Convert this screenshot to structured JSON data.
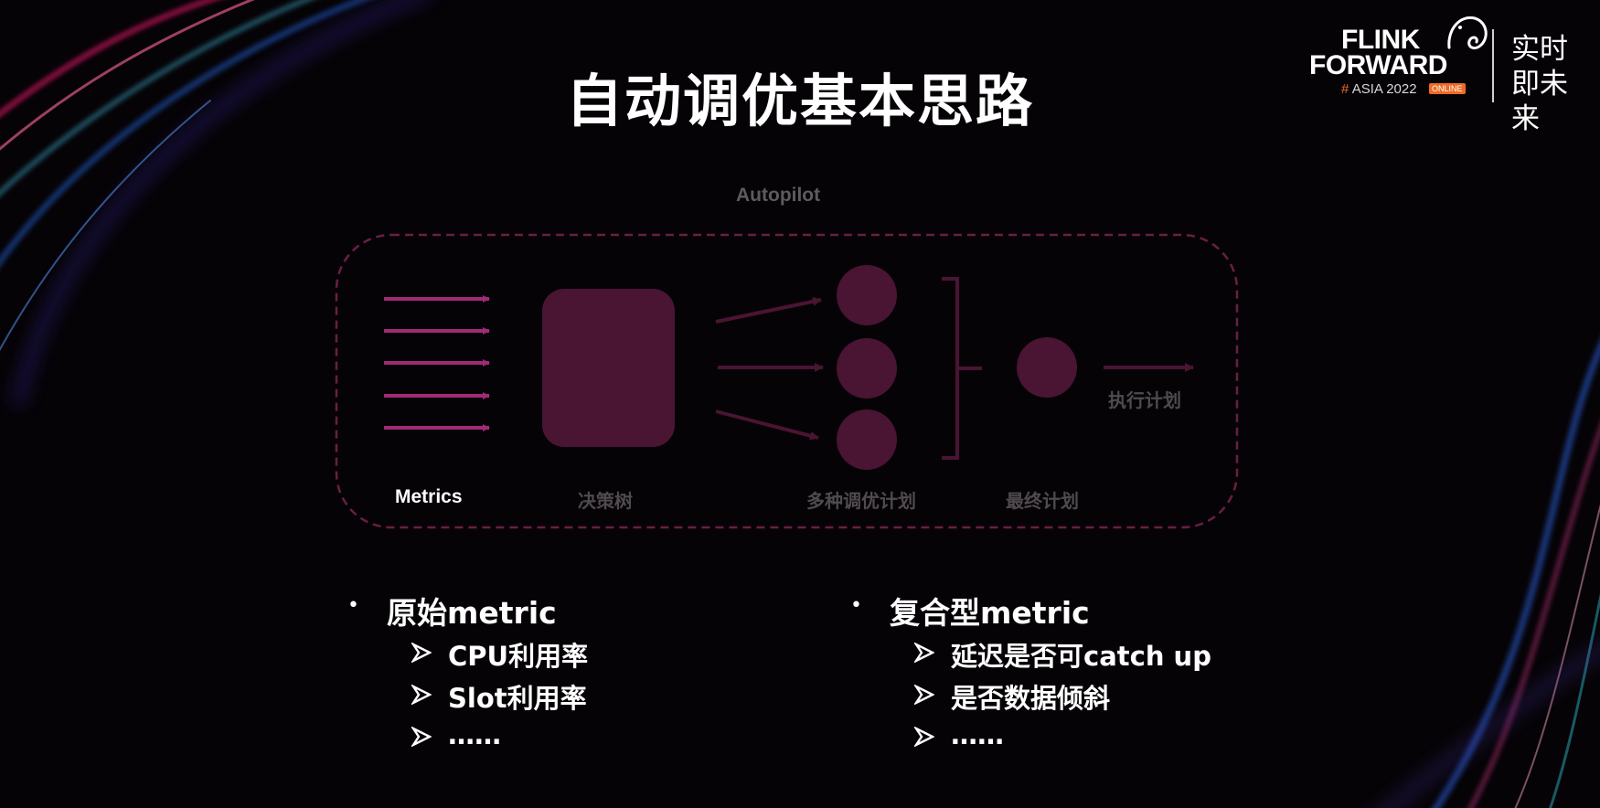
{
  "slide": {
    "title": "自动调优基本思路"
  },
  "logo": {
    "line1": "FLINK",
    "line2": "FORWARD",
    "hash": "#",
    "event": "ASIA 2022",
    "badge": "ONLINE",
    "slogan": "实时即未来"
  },
  "diagram": {
    "group_label": "Autopilot",
    "metrics_label": "Metrics",
    "tree_label": "决策树",
    "plans_label": "多种调优计划",
    "final_label": "最终计划",
    "exec_label": "执行计划"
  },
  "lists": {
    "left": {
      "heading": "原始metric",
      "items": [
        "CPU利用率",
        "Slot利用率",
        "……"
      ]
    },
    "right": {
      "heading": "复合型metric",
      "items": [
        "延迟是否可catch up",
        "是否数据倾斜",
        "……"
      ]
    }
  },
  "colors": {
    "background": "#060306",
    "accent_pink": "#a02a75",
    "node_fill": "#4a1433",
    "dashed_border": "#6a1e45",
    "dim_text": "#4f4a4e"
  }
}
